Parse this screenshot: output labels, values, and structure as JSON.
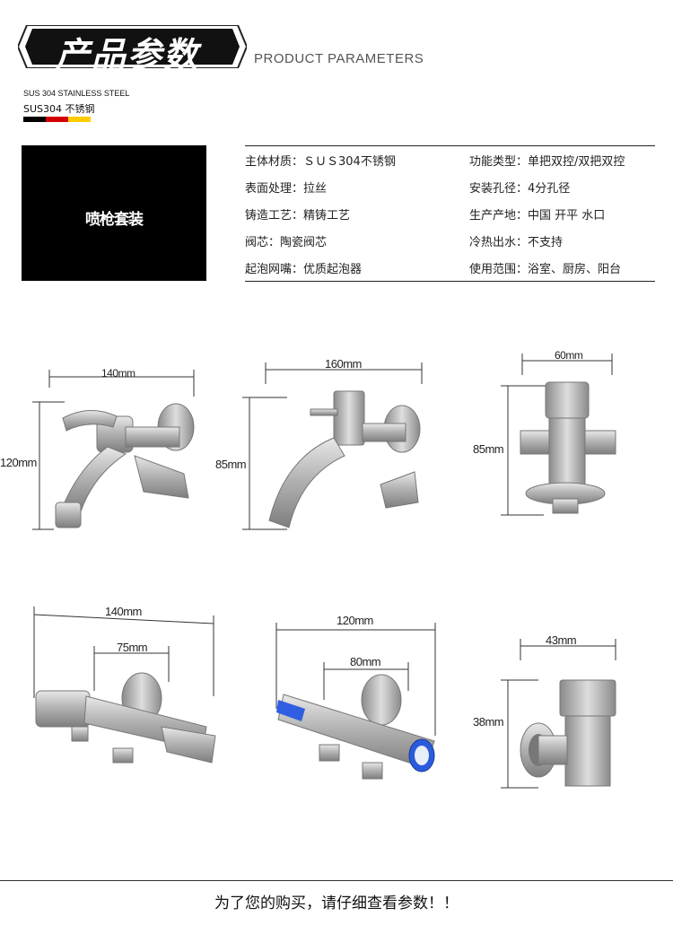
{
  "header": {
    "title": "产品参数",
    "subtitle": "PRODUCT PARAMETERS"
  },
  "material": {
    "en": "SUS 304 STAINLESS STEEL",
    "cn": "SUS304 不锈钢",
    "flag_colors": [
      "#000000",
      "#d40000",
      "#ffcc00"
    ]
  },
  "feature_box": {
    "label": "喷枪套装"
  },
  "params_left": [
    "主体材质：ＳＵＳ304不锈钢",
    "表面处理：拉丝",
    "铸造工艺：精铸工艺",
    "阀芯：陶瓷阀芯",
    "起泡网嘴：优质起泡器"
  ],
  "params_right": [
    "功能类型：单把双控/双把双控",
    "安装孔径：4分孔径",
    "生产产地：中国 开平 水口",
    "冷热出水：不支持",
    "使用范围：浴室、厨房、阳台"
  ],
  "dimensions": {
    "p1_w": "140mm",
    "p1_h": "120mm",
    "p2_w": "160mm",
    "p2_h": "85mm",
    "p3_w": "60mm",
    "p3_h": "85mm",
    "p4_w": "140mm",
    "p4_w2": "75mm",
    "p5_w": "120mm",
    "p5_w2": "80mm",
    "p6_w": "43mm",
    "p6_h": "38mm"
  },
  "footer": {
    "text": "为了您的购买，请仔细查看参数！！"
  }
}
